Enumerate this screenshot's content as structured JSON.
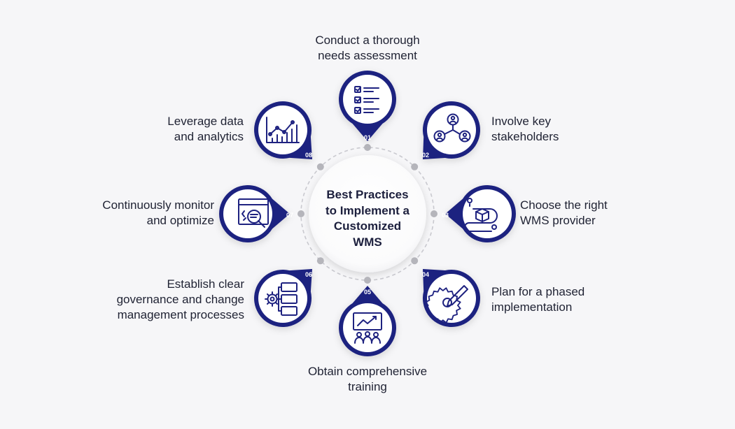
{
  "center": {
    "title_lines": [
      "Best Practices",
      "to Implement a",
      "Customized",
      "WMS"
    ]
  },
  "colors": {
    "accent": "#1e2280",
    "background": "#f6f6f8",
    "ring_dashed": "#c9c9cf",
    "dot": "#b5b5bb",
    "text": "#1f2233"
  },
  "steps": [
    {
      "number": "01",
      "lines": [
        "Conduct a thorough",
        "needs assessment"
      ],
      "icon": "checklist-icon"
    },
    {
      "number": "02",
      "lines": [
        "Involve key",
        "stakeholders"
      ],
      "icon": "stakeholders-icon"
    },
    {
      "number": "03",
      "lines": [
        "Choose the right",
        "WMS provider"
      ],
      "icon": "delivery-route-icon"
    },
    {
      "number": "04",
      "lines": [
        "Plan for a phased",
        "implementation"
      ],
      "icon": "gear-pencil-icon"
    },
    {
      "number": "05",
      "lines": [
        "Obtain comprehensive",
        "training"
      ],
      "icon": "training-presentation-icon"
    },
    {
      "number": "06",
      "lines": [
        "Establish clear",
        "governance and change",
        "management processes"
      ],
      "icon": "process-steps-icon"
    },
    {
      "number": "07",
      "lines": [
        "Continuously monitor",
        "and optimize"
      ],
      "icon": "monitor-magnifier-icon"
    },
    {
      "number": "08",
      "lines": [
        "Leverage data",
        "and analytics"
      ],
      "icon": "analytics-chart-icon"
    }
  ]
}
